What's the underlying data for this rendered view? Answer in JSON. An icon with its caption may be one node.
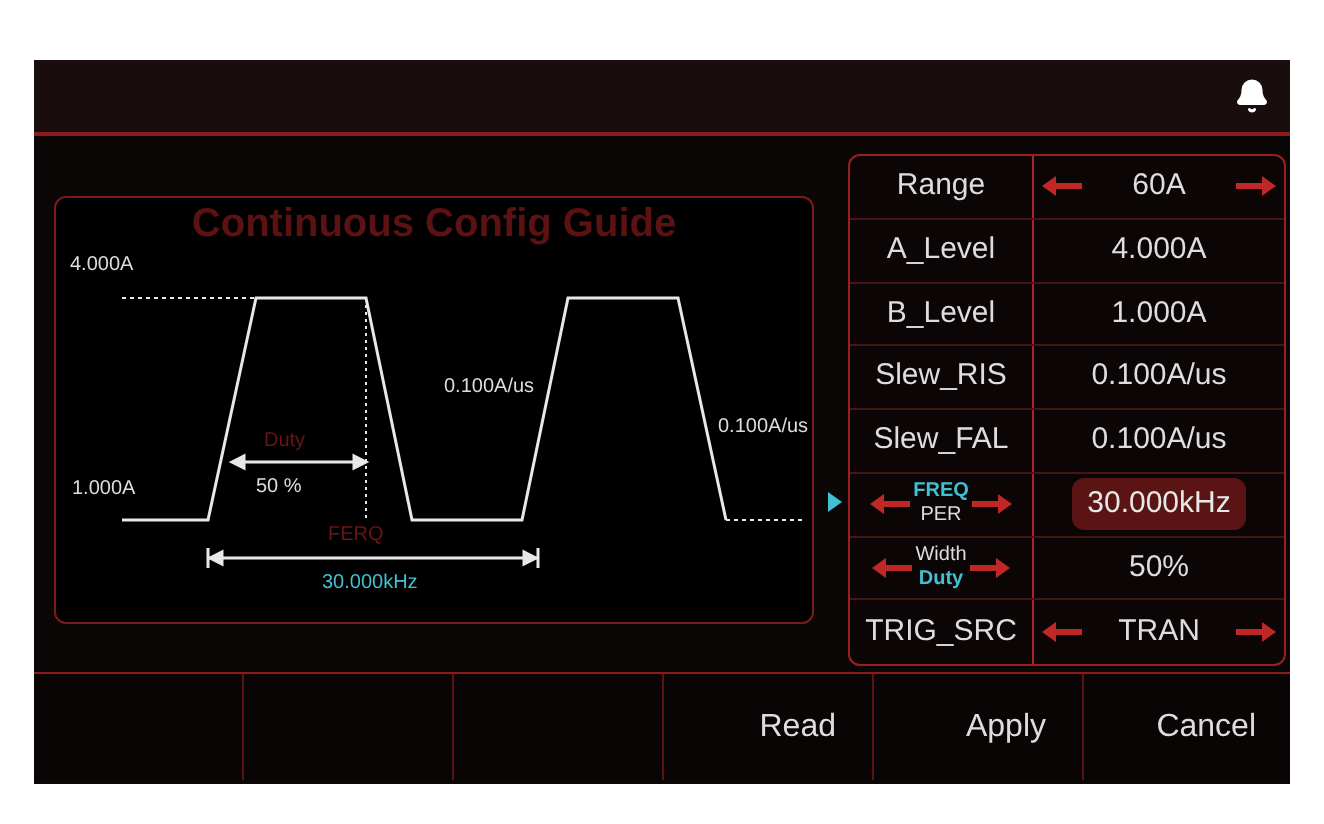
{
  "diagram": {
    "nodes": [
      {
        "text": [
          "Continuous Config Guide"
        ]
      }
    ],
    "labels": [
      "4.000A",
      "0.100A/us",
      "0.100A/us",
      "Duty",
      "1.000A",
      "50 %",
      "FERQ",
      "30.000kHz",
      "Range",
      "60A",
      "A_Level",
      "4.000A",
      "B_Level",
      "1.000A",
      "Slew_RIS",
      "0.100A/us",
      "Slew_FAL",
      "0.100A/us",
      "FREQ",
      "PER",
      "30.000kHz",
      "Width",
      "Duty",
      "50%",
      "TRIG_SRC",
      "TRAN",
      "Read",
      "Apply",
      "Cancel"
    ]
  }
}
